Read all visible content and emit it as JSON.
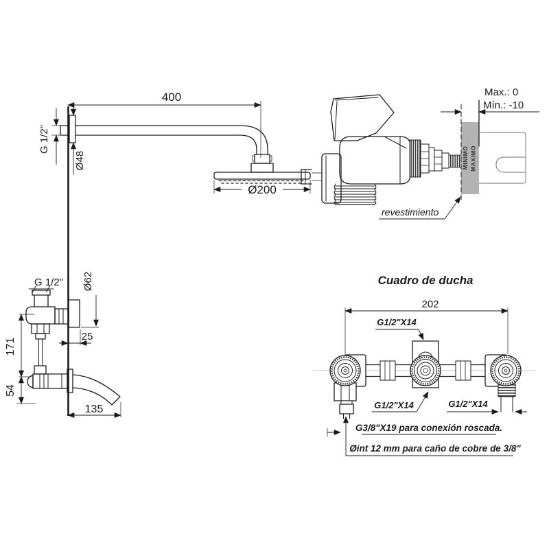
{
  "colors": {
    "line": "#1a1a1a",
    "wall_band": "#b3b3b3",
    "sleeve_outline": "#8d8d8d"
  },
  "shower_view": {
    "dim_arm_length": "400",
    "thread_arm": "G 1/2\"",
    "dim_arm_flange": "Ø48",
    "dim_head_diameter": "Ø200",
    "thread_valve": "G 1/2\"",
    "dim_valve_flange": "Ø62",
    "dim_wall_offset": "25",
    "dim_valve_to_spout": "171",
    "dim_spout_drop": "54",
    "dim_spout_length": "135"
  },
  "section_view": {
    "max_label": "Max.: 0",
    "min_label": "Mín.: -10",
    "band_word_min": "MINIMO",
    "band_word_max": "MAXIMO",
    "leader_label": "revestimiento"
  },
  "panel_view": {
    "title": "Cuadro de ducha",
    "dim_width": "202",
    "thread_top": "G1/2\"X14",
    "thread_bottom_center": "G1/2\"X14",
    "thread_bottom_right": "G1/2\"X14",
    "note_threaded": "G3/8\"X19 para conexión roscada.",
    "note_copper": "Øint 12 mm para caño de cobre de 3/8\""
  }
}
